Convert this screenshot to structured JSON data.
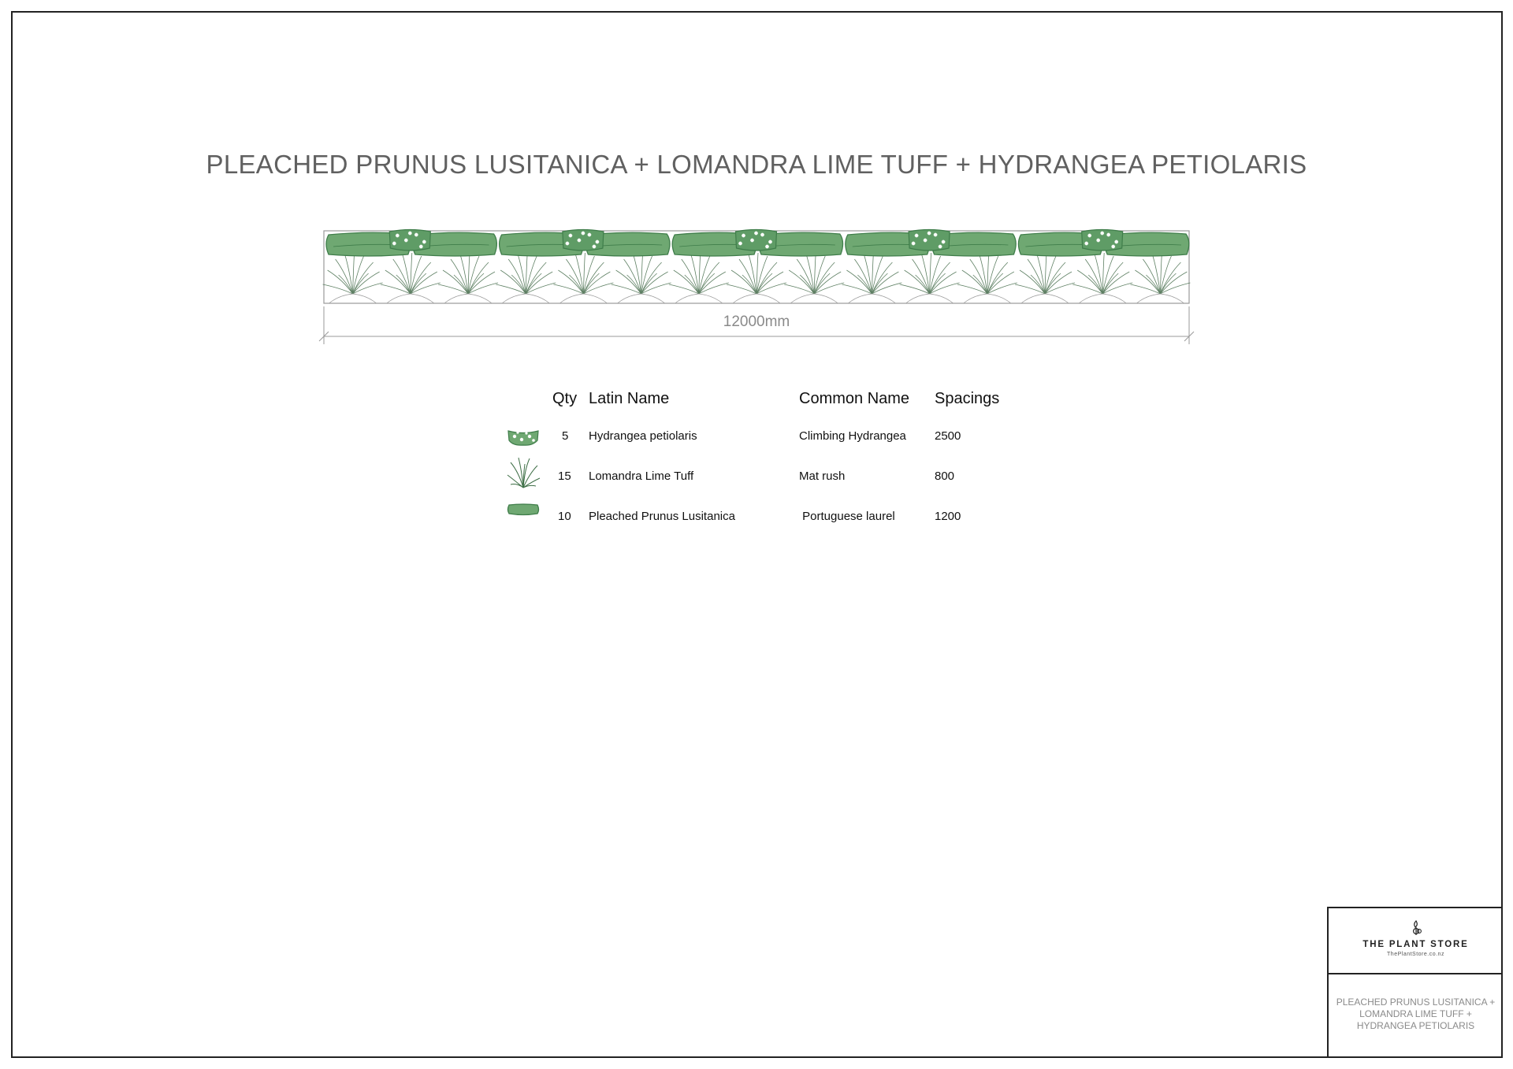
{
  "drawing": {
    "title": "PLEACHED PRUNUS LUSITANICA + LOMANDRA LIME TUFF + HYDRANGEA PETIOLARIS",
    "dimension_label": "12000mm"
  },
  "legend": {
    "headers": {
      "qty": "Qty",
      "latin": "Latin Name",
      "common": "Common Name",
      "spacing": "Spacings"
    },
    "rows": [
      {
        "icon": "hydrangea-icon",
        "qty": "5",
        "latin": "Hydrangea petiolaris",
        "common": "Climbing Hydrangea",
        "spacing": "2500"
      },
      {
        "icon": "lomandra-icon",
        "qty": "15",
        "latin": "Lomandra Lime Tuff",
        "common": "Mat rush",
        "spacing": "800"
      },
      {
        "icon": "prunus-icon",
        "qty": "10",
        "latin": "Pleached Prunus Lusitanica",
        "common": " Portuguese laurel",
        "spacing": "1200"
      }
    ]
  },
  "title_block": {
    "brand": "THE PLANT STORE",
    "url": "ThePlantStore.co.nz",
    "drawing_name": "PLEACHED PRUNUS LUSITANICA + LOMANDRA LIME TUFF + HYDRANGEA PETIOLARIS"
  },
  "colors": {
    "foliage": "#6fa872",
    "foliage_dark": "#3f7d4a",
    "outline": "#7a7a7a",
    "border": "#222222"
  }
}
